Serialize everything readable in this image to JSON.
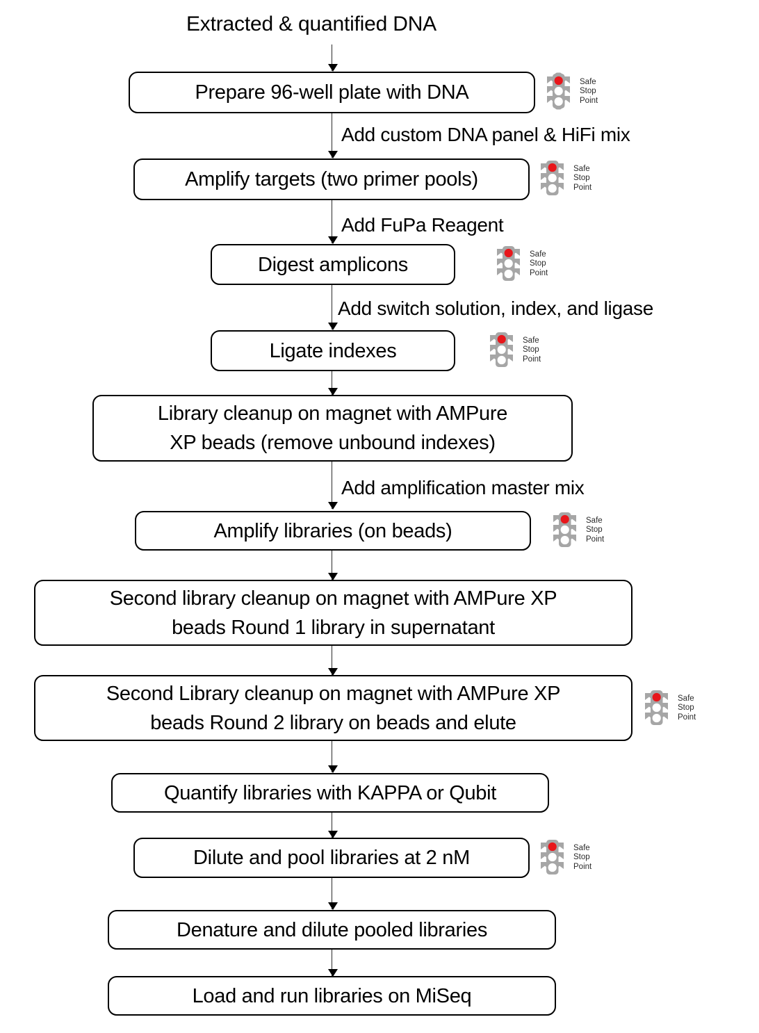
{
  "diagram": {
    "title": "Extracted & quantified DNA",
    "type": "flowchart",
    "orientation": "top-to-bottom",
    "colors": {
      "node_border": "#000000",
      "node_fill": "#ffffff",
      "connector": "#2b2b2b",
      "signal_red": "#e8161b",
      "signal_body": "#a6a6a6",
      "signal_off": "#ffffff",
      "text": "#000000"
    },
    "safe_stop_point": {
      "icon": "traffic-light-icon",
      "line1": "Safe",
      "line2": "Stop",
      "line3": "Point"
    },
    "nodes": [
      {
        "id": "n1",
        "label": "Prepare 96-well plate with DNA",
        "safe_stop": true
      },
      {
        "id": "n2",
        "label": "Amplify targets (two primer pools)",
        "safe_stop": true
      },
      {
        "id": "n3",
        "label": "Digest amplicons",
        "safe_stop": true
      },
      {
        "id": "n4",
        "label": "Ligate indexes",
        "safe_stop": true
      },
      {
        "id": "n5",
        "line1": "Library cleanup on magnet with AMPure",
        "line2": "XP beads (remove unbound indexes)",
        "safe_stop": false
      },
      {
        "id": "n6",
        "label": "Amplify libraries (on beads)",
        "safe_stop": true
      },
      {
        "id": "n7",
        "line1": "Second library cleanup on magnet with AMPure XP",
        "line2": "beads Round 1 library in supernatant",
        "safe_stop": false
      },
      {
        "id": "n8",
        "line1": "Second Library cleanup on magnet with AMPure XP",
        "line2": "beads Round 2 library on beads and elute",
        "safe_stop": true
      },
      {
        "id": "n9",
        "label": "Quantify libraries with KAPPA or Qubit",
        "safe_stop": false
      },
      {
        "id": "n10",
        "label": "Dilute and pool libraries at 2 nM",
        "safe_stop": true
      },
      {
        "id": "n11",
        "label": "Denature and dilute pooled libraries",
        "safe_stop": false
      },
      {
        "id": "n12",
        "label": "Load and run libraries on MiSeq",
        "safe_stop": false
      }
    ],
    "edge_labels": [
      {
        "id": "e1",
        "text": "Add custom DNA panel & HiFi mix"
      },
      {
        "id": "e2",
        "text": "Add FuPa Reagent"
      },
      {
        "id": "e3",
        "text": "Add switch solution, index, and ligase"
      },
      {
        "id": "e4",
        "text": "Add amplification master mix"
      }
    ]
  }
}
